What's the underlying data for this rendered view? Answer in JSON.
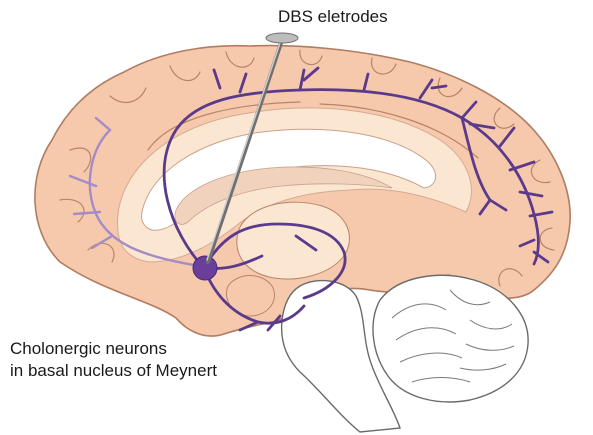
{
  "labels": {
    "electrode": "DBS eletrodes",
    "neurons_line1": "Cholonergic neurons",
    "neurons_line2": "in basal nucleus of Meynert"
  },
  "colors": {
    "cortex": "#f6c9ad",
    "cortex_outline": "#b07c62",
    "sulcus": "#b88468",
    "inner_light": "#fbe6d2",
    "white_band": "#ffffff",
    "pathway": "#5b3a8c",
    "nucleus": "#6a3f9a",
    "faint_pathway": "#a48cc6",
    "cerebellum": "#ffffff",
    "cerebellum_outline": "#6b6b6b",
    "brainstem": "#ffffff",
    "electrode": "#8c8c8c",
    "text": "#1a1a1a"
  }
}
